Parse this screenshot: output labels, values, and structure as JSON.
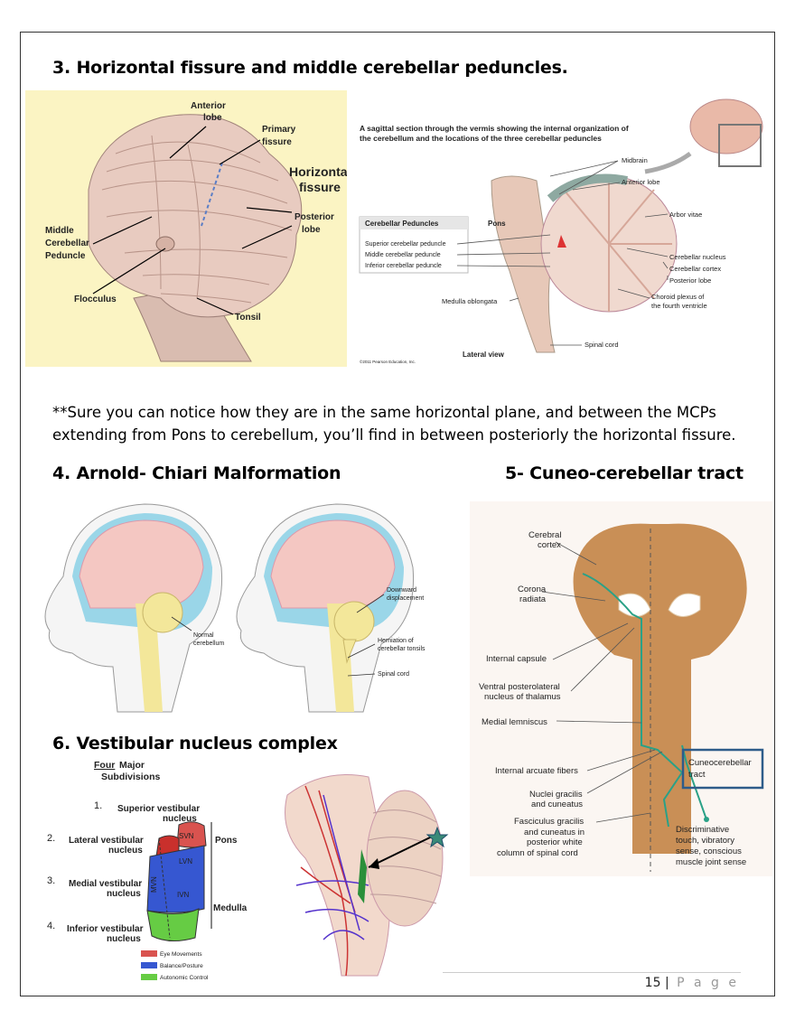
{
  "headings": {
    "h3": "3. Horizontal fissure and middle cerebellar peduncles.",
    "h4": "4. Arnold- Chiari Malformation",
    "h5": "5- Cuneo-cerebellar tract",
    "h6": "6. Vestibular nucleus complex"
  },
  "paragraph": "**Sure you can notice how they are in the same horizontal plane, and between the MCPs extending from Pons to cerebellum, you’ll find in between posteriorly the horizontal fissure.",
  "fig1": {
    "anterior": "Anterior",
    "lobe": "lobe",
    "primary": "Primary",
    "fissure": "fissure",
    "horizontal": "Horizontal",
    "fissure2": "fissure",
    "posterior": "Posterior",
    "lobe2": "lobe",
    "middle": "Middle",
    "cerebellar": "Cerebellar",
    "peduncle": "Peduncle",
    "flocculus": "Flocculus",
    "tonsil": "Tonsil"
  },
  "fig2": {
    "caption1": "A sagittal section through the vermis showing the internal organization of",
    "caption2": "the cerebellum and the locations of the three cerebellar peduncles",
    "box_title": "Cerebellar Peduncles",
    "sup": "Superior cerebellar peduncle",
    "mid": "Middle cerebellar peduncle",
    "inf": "Inferior cerebellar peduncle",
    "pons": "Pons",
    "medulla": "Medulla oblongata",
    "midbrain": "Midbrain",
    "anterior_lobe": "Anterior lobe",
    "arbor": "Arbor vitae",
    "nucleus": "Cerebellar nucleus",
    "cortex": "Cerebellar cortex",
    "posterior_lobe": "Posterior lobe",
    "choroid1": "Choroid plexus of",
    "choroid2": "the fourth ventricle",
    "spinal": "Spinal cord",
    "view": "Lateral view",
    "copyright": "©2011 Pearson Education, Inc."
  },
  "fig3": {
    "normal1": "Normal",
    "normal2": "cerebellum",
    "downward1": "Downward",
    "downward2": "displacement",
    "herniation1": "Herniation of",
    "herniation2": "cerebellar tonsils",
    "spinal": "Spinal cord"
  },
  "fig4": {
    "cerebral1": "Cerebral",
    "cerebral2": "cortex",
    "corona1": "Corona",
    "corona2": "radiata",
    "capsule": "Internal capsule",
    "vpl1": "Ventral posterolateral",
    "vpl2": "nucleus of thalamus",
    "lemniscus": "Medial lemniscus",
    "arcuate": "Internal arcuate fibers",
    "nuclei1": "Nuclei gracilis",
    "nuclei2": "and cuneatus",
    "fasc1": "Fasciculus gracilis",
    "fasc2": "and cuneatus in",
    "fasc3": "posterior white",
    "fasc4": "column of spinal cord",
    "cuneo1": "Cuneocerebellar",
    "cuneo2": "tract",
    "disc1": "Discriminative",
    "disc2": "touch, vibratory",
    "disc3": "sense, conscious",
    "disc4": "muscle joint sense"
  },
  "fig5": {
    "four": "Four",
    "major": "Major",
    "subdivisions": "Subdivisions",
    "n1": "1.",
    "n2": "2.",
    "n3": "3.",
    "n4": "4.",
    "superior1": "Superior vestibular",
    "superior2": "nucleus",
    "lateral1": "Lateral vestibular",
    "lateral2": "nucleus",
    "medial1": "Medial vestibular",
    "medial2": "nucleus",
    "inferior1": "Inferior vestibular",
    "inferior2": "nucleus",
    "svn": "SVN",
    "lvn": "LVN",
    "mvn": "MVN",
    "ivn": "IVN",
    "pons": "Pons",
    "medulla": "Medulla",
    "leg_eye": "Eye Movements",
    "leg_bal": "Balance/Posture",
    "leg_auto": "Autonomic Control"
  },
  "colors": {
    "cuneo_green": "#2aa187",
    "svn_red": "#d9534f",
    "blue": "#3657d1",
    "green": "#66cc44",
    "box_blue": "#2e5c8a"
  },
  "footer": {
    "page": "15",
    "sep": "|",
    "word": "P a g e"
  }
}
